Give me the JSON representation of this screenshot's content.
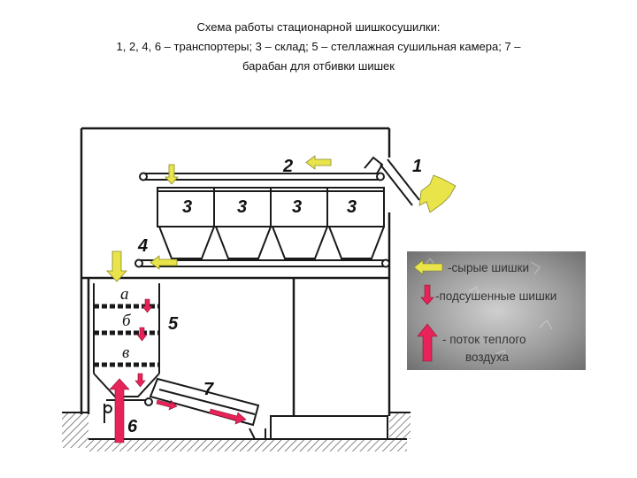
{
  "caption": {
    "line1": "Схема работы стационарной шишкосушилки:",
    "line2": "1, 2, 4, 6 – транспортеры; 3 – склад; 5 – стеллажная сушильная камера; 7 –",
    "line3": "барабан для отбивки шишек"
  },
  "diagram": {
    "numbers": {
      "n1": "1",
      "n2": "2",
      "n3": "3",
      "n4": "4",
      "n5": "5",
      "n6": "6",
      "n7": "7"
    },
    "shelves": {
      "a": "а",
      "b": "б",
      "v": "в"
    }
  },
  "legend": {
    "raw": "-сырые шишки",
    "dried": "-подсушенные шишки",
    "air_line1": "- поток теплого",
    "air_line2": "воздуха"
  },
  "colors": {
    "raw_cones": "#e8e44a",
    "dried_cones": "#e8235a",
    "warm_air": "#e8235a",
    "lines": "#1a1a1a"
  }
}
